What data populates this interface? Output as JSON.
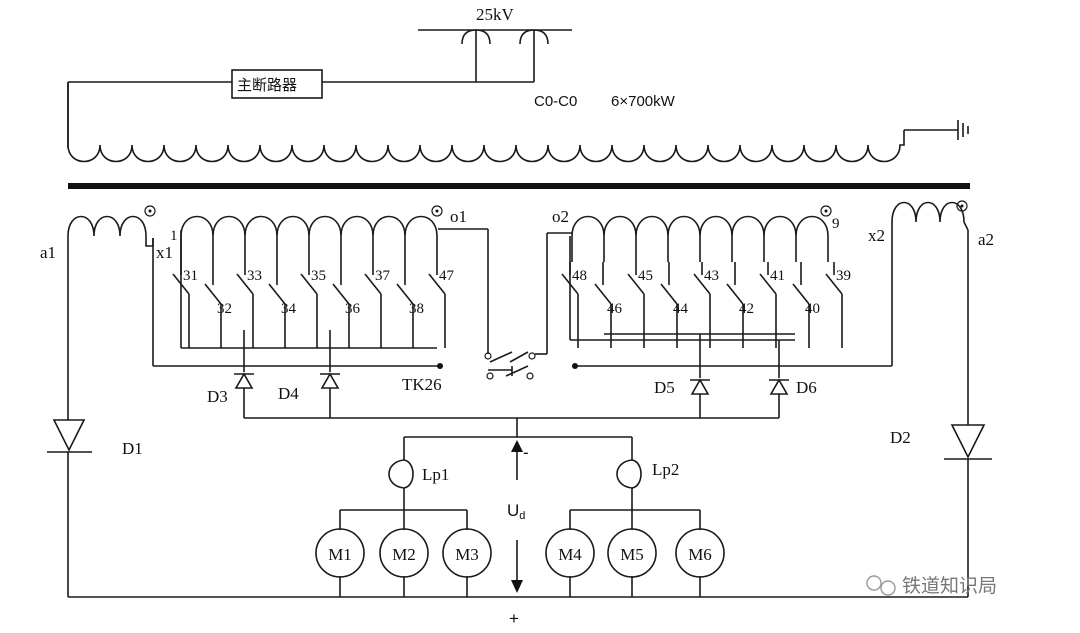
{
  "source": {
    "voltage": "25kV",
    "breaker": "主断路器",
    "winding": "C0-C0",
    "power": "6×700kW"
  },
  "windings": {
    "a1": "a1",
    "x1": "x1",
    "tap1": "1",
    "o1": "o1",
    "o2": "o2",
    "tap9": "9",
    "x2": "x2",
    "a2": "a2"
  },
  "taps_left": [
    "31",
    "32",
    "33",
    "34",
    "35",
    "36",
    "37",
    "38",
    "47"
  ],
  "taps_right": [
    "48",
    "46",
    "45",
    "44",
    "43",
    "42",
    "41",
    "40",
    "39"
  ],
  "switch": "TK26",
  "diodes": [
    "D1",
    "D2",
    "D3",
    "D4",
    "D5",
    "D6"
  ],
  "reactors": [
    "Lp1",
    "Lp2"
  ],
  "output": {
    "label": "U",
    "subscript": "d",
    "minus": "-",
    "plus": "+"
  },
  "motors": [
    "M1",
    "M2",
    "M3",
    "M4",
    "M5",
    "M6"
  ],
  "watermark": "铁道知识局"
}
